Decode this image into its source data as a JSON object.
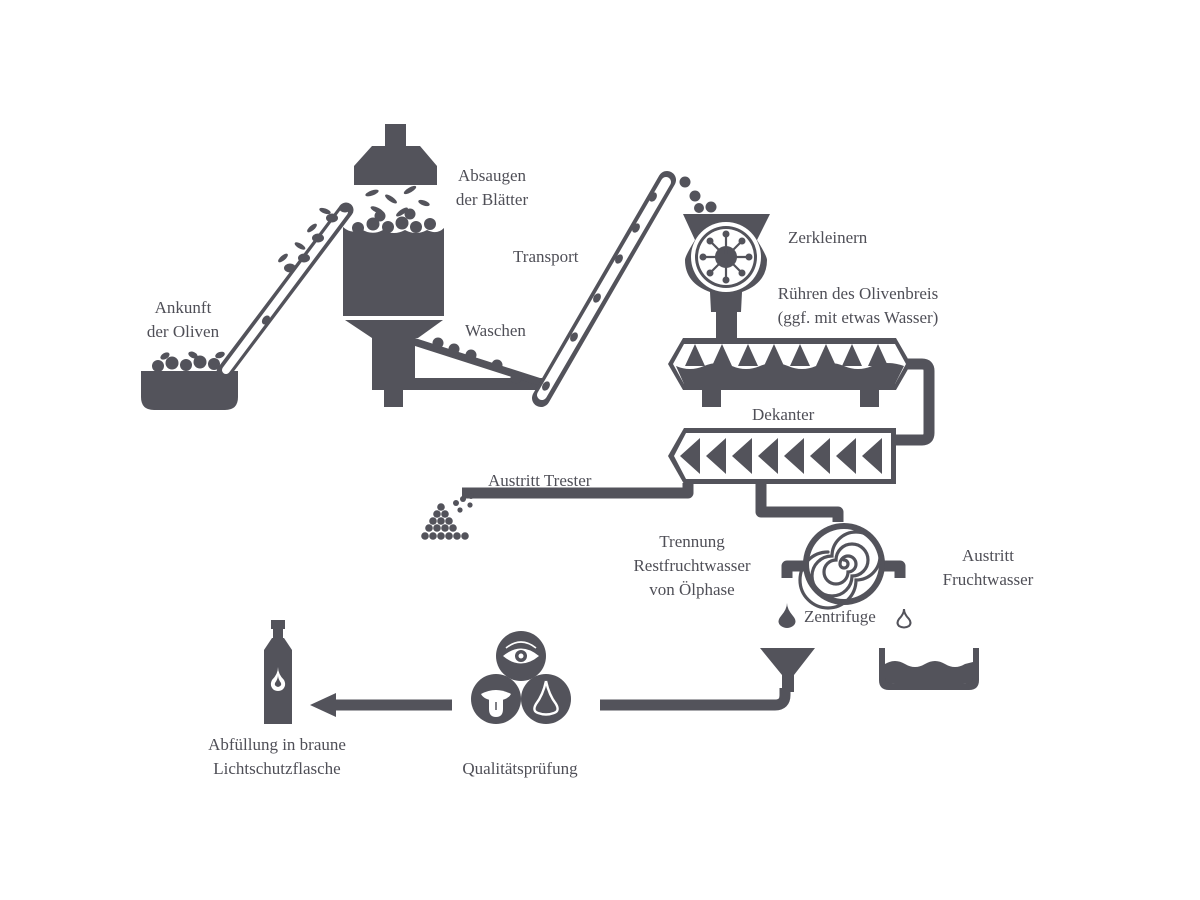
{
  "colors": {
    "ink": "#53535b",
    "background": "#ffffff"
  },
  "icons": [
    "leaf-suction-hood-icon",
    "washing-tank-icon",
    "olive-crate-icon",
    "conveyor-belt-icon",
    "crusher-icon",
    "mixer-trough-icon",
    "decanter-icon",
    "pomace-pile-icon",
    "centrifuge-icon",
    "drop-icon",
    "water-basin-icon",
    "funnel-icon",
    "eye-icon",
    "tongue-icon",
    "nose-icon",
    "bottle-icon",
    "arrow-left-icon"
  ],
  "labels": {
    "arrival_1": "Ankunft",
    "arrival_2": "der Oliven",
    "suction_1": "Absaugen",
    "suction_2": "der Blätter",
    "washing": "Waschen",
    "transport": "Transport",
    "crushing": "Zerkleinern",
    "stirring_1": "Rühren des Olivenbreis",
    "stirring_2": "(ggf. mit etwas Wasser)",
    "decanter": "Dekanter",
    "pomace_exit": "Austritt Trester",
    "separation_1": "Trennung",
    "separation_2": "Restfruchtwasser",
    "separation_3": "von Ölphase",
    "centrifuge": "Zentrifuge",
    "water_exit_1": "Austritt",
    "water_exit_2": "Fruchtwasser",
    "quality_check": "Qualitätsprüfung",
    "bottling_1": "Abfüllung in braune",
    "bottling_2": "Lichtschutzflasche"
  }
}
